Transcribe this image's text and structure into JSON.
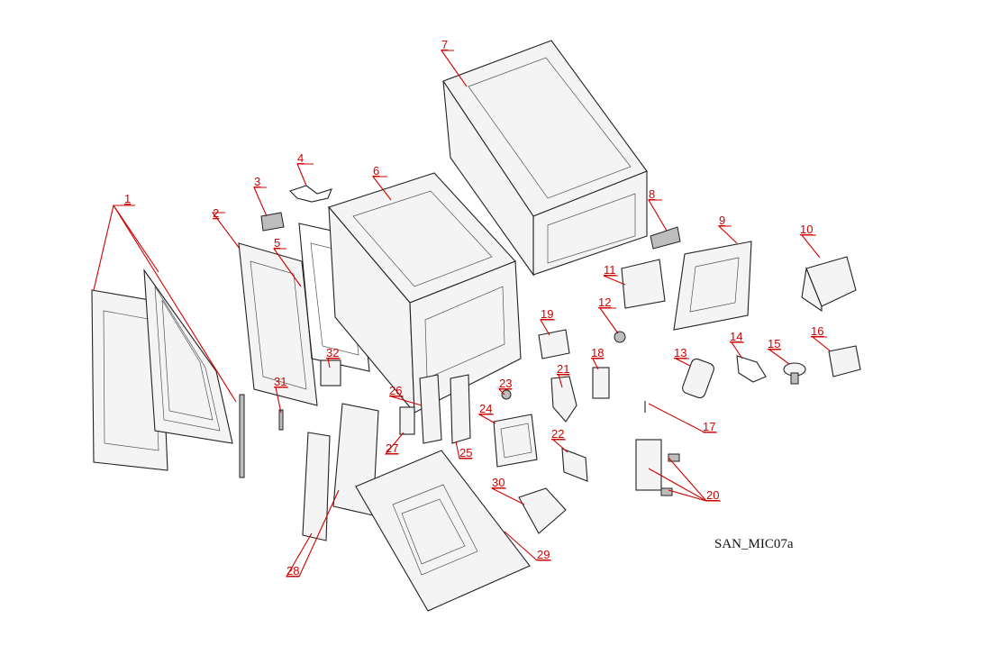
{
  "figure_code": "SAN_MIC07a",
  "callout_color": "#d10000",
  "line_color": "#222222",
  "callouts": [
    "1",
    "2",
    "3",
    "4",
    "5",
    "6",
    "7",
    "8",
    "9",
    "10",
    "11",
    "12",
    "13",
    "14",
    "15",
    "16",
    "17",
    "18",
    "19",
    "20",
    "21",
    "22",
    "23",
    "24",
    "25",
    "26",
    "27",
    "28",
    "29",
    "30",
    "31",
    "32"
  ]
}
